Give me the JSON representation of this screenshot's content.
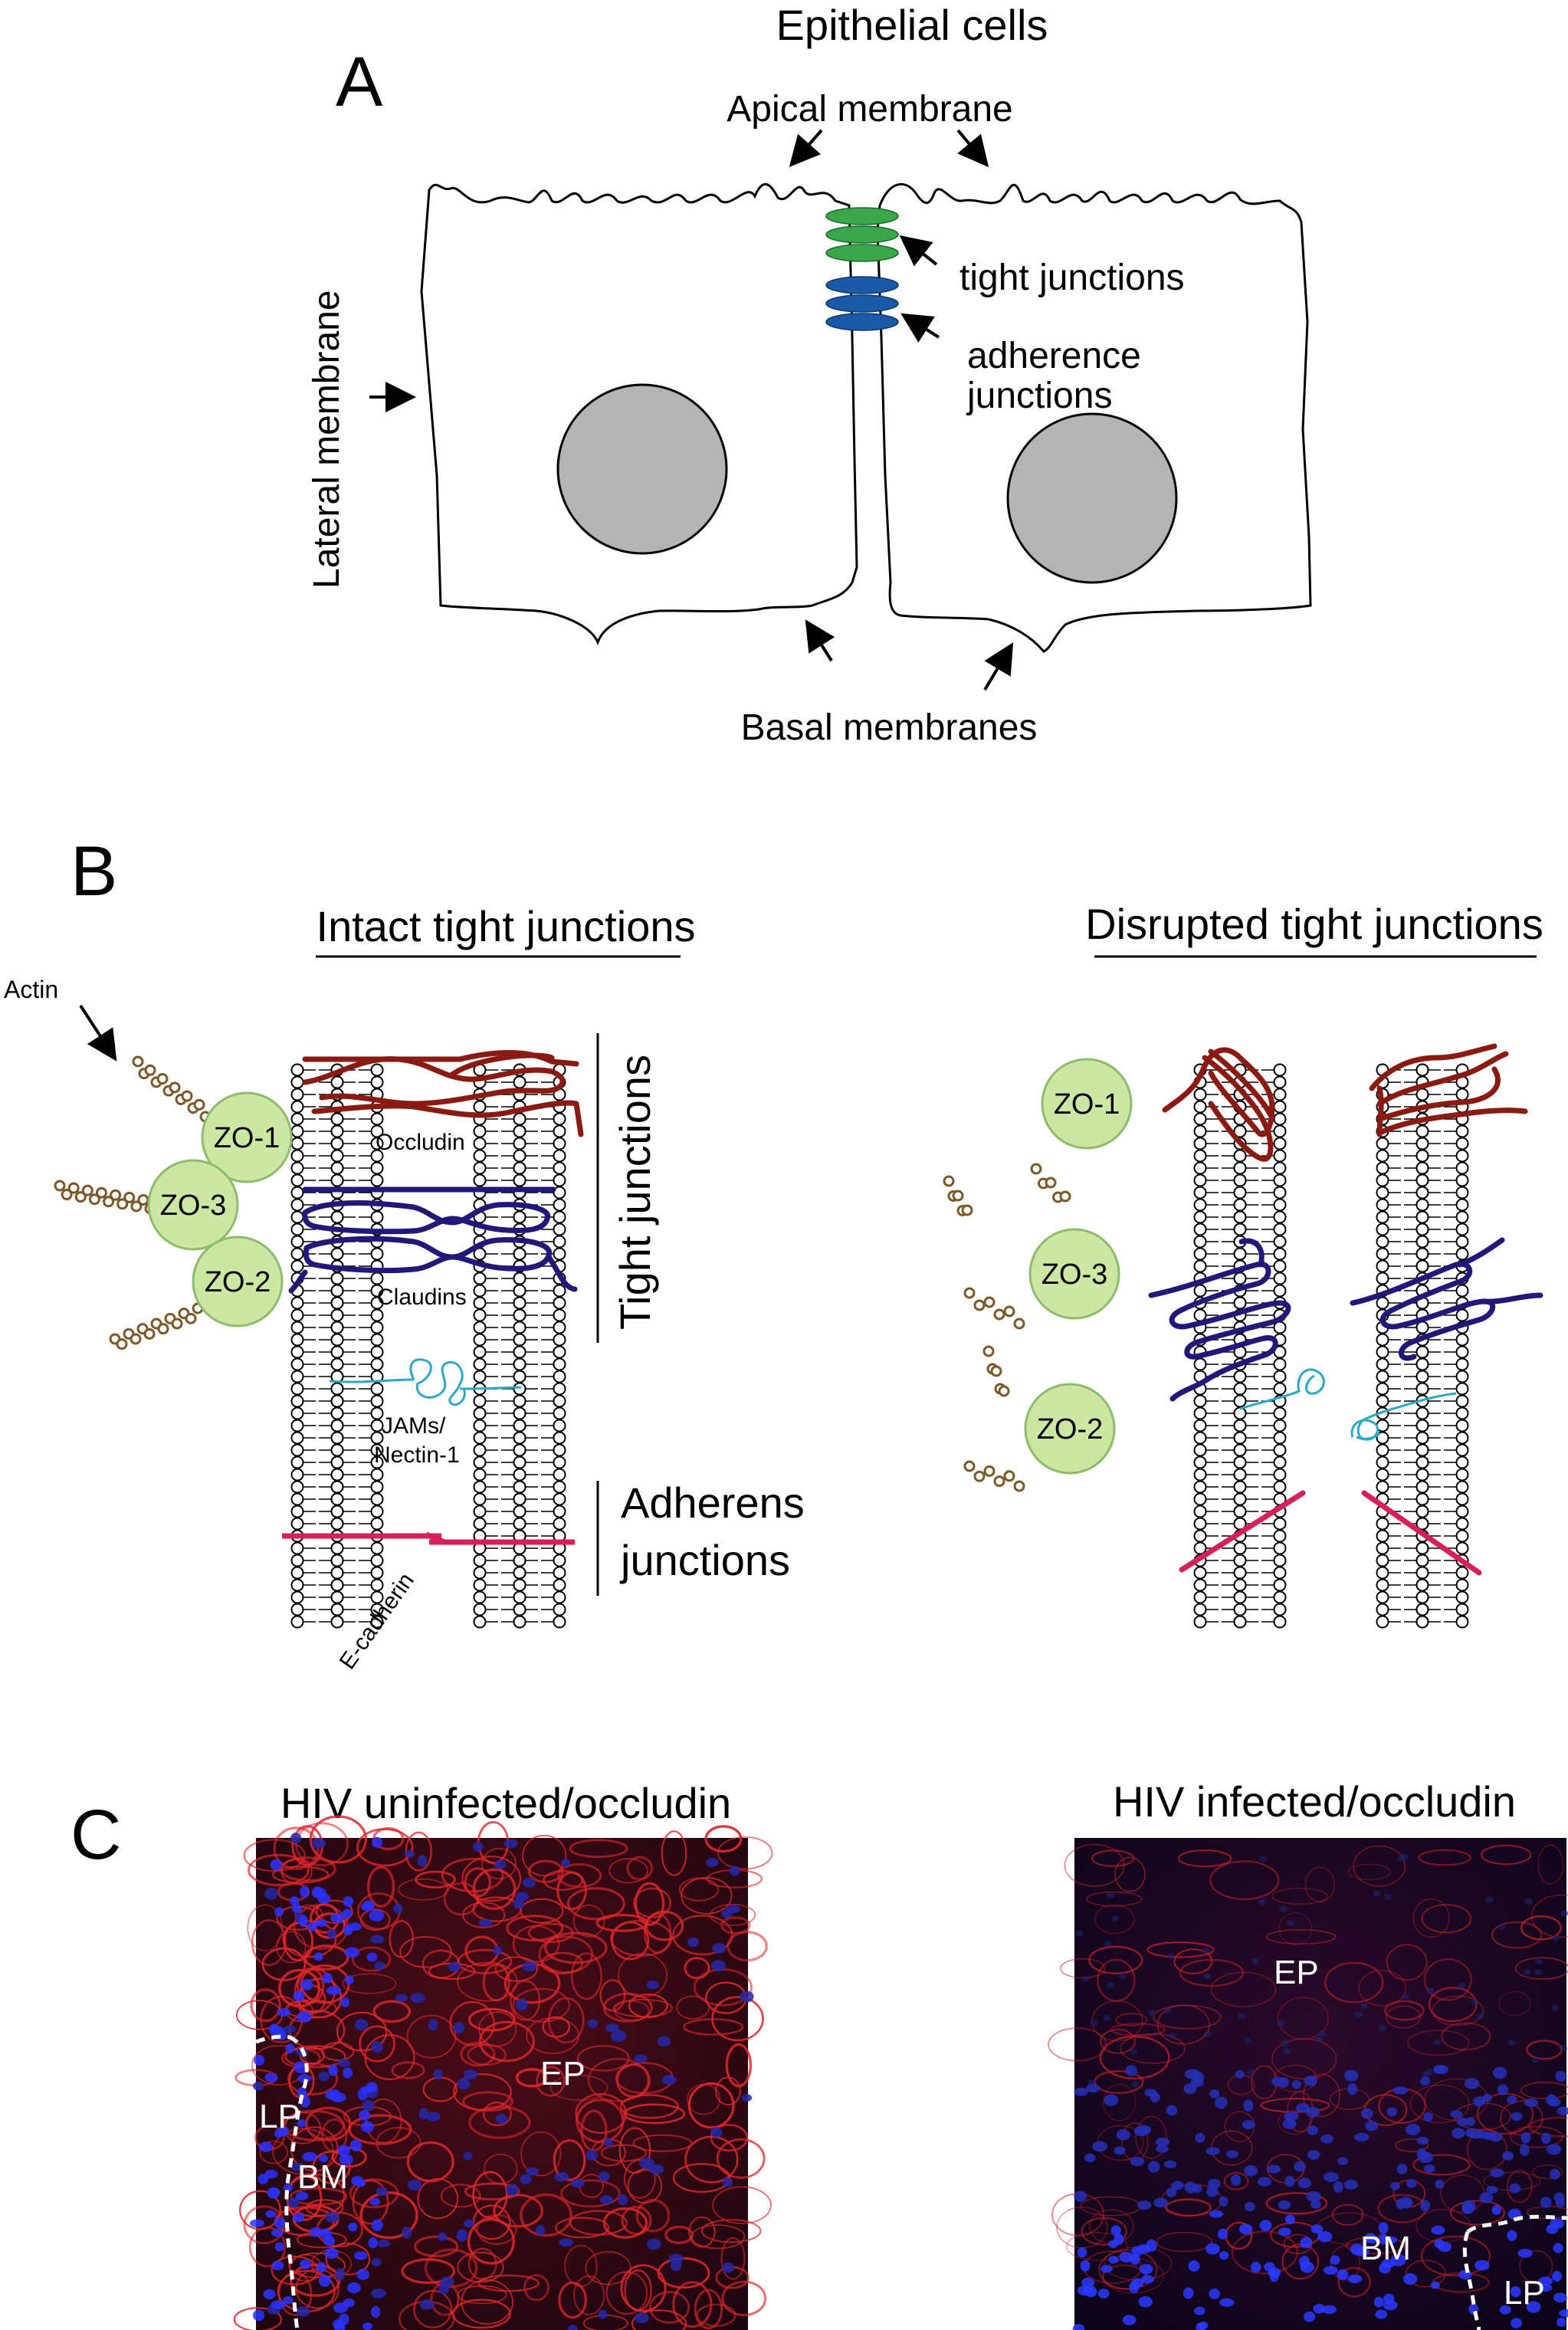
{
  "panel_a": {
    "letter": "A",
    "title": "Epithelial cells",
    "apical": "Apical membrane",
    "tight": "tight junctions",
    "adherence_1": "adherence",
    "adherence_2": "junctions",
    "lateral": "Lateral membrane",
    "basal": "Basal membranes"
  },
  "panel_b": {
    "letter": "B",
    "intact_title": "Intact tight junctions",
    "disrupted_title": "Disrupted tight junctions",
    "actin": "Actin",
    "zo1": "ZO-1",
    "zo2": "ZO-2",
    "zo3": "ZO-3",
    "occludin": "Occludin",
    "claudins": "Claudins",
    "jams_1": "JAMs/",
    "jams_2": "Nectin-1",
    "ecadherin": "E-cadherin",
    "tj_bracket": "Tight junctions",
    "aj_1": "Adherens",
    "aj_2": "junctions"
  },
  "panel_c": {
    "letter": "C",
    "uninfected_title": "HIV uninfected/occludin",
    "infected_title": "HIV infected/occludin",
    "lp": "LP",
    "bm": "BM",
    "ep": "EP"
  },
  "colors": {
    "tight_junction": "#3aa84a",
    "adherence_junction": "#1a5aa8",
    "occludin": "#8b1a12",
    "claudin": "#22187a",
    "jam": "#2aa8c8",
    "ecadherin": "#d81e5b",
    "zo_fill": "#cce6a4",
    "actin": "#7a5a2a"
  }
}
